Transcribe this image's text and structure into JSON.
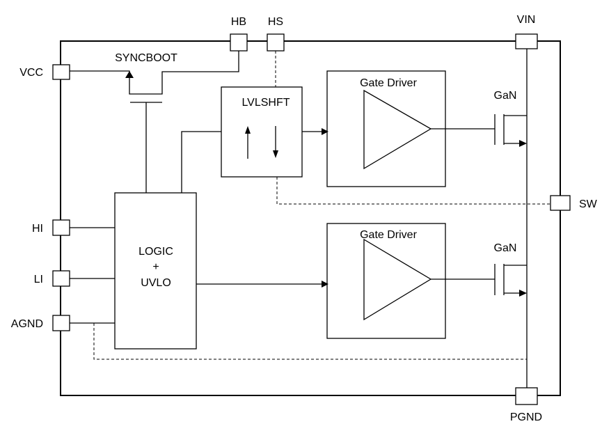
{
  "pins": {
    "hb": "HB",
    "hs": "HS",
    "vin": "VIN",
    "vcc": "VCC",
    "sw": "SW",
    "hi": "HI",
    "li": "LI",
    "agnd": "AGND",
    "pgnd": "PGND"
  },
  "blocks": {
    "syncboot": "SYNCBOOT",
    "lvlshft": "LVLSHFT",
    "gate_driver_high": "Gate Driver",
    "gate_driver_low": "Gate Driver",
    "gan_high": "GaN",
    "gan_low": "GaN",
    "logic_line1": "LOGIC",
    "logic_line2": "+",
    "logic_line3": "UVLO"
  }
}
